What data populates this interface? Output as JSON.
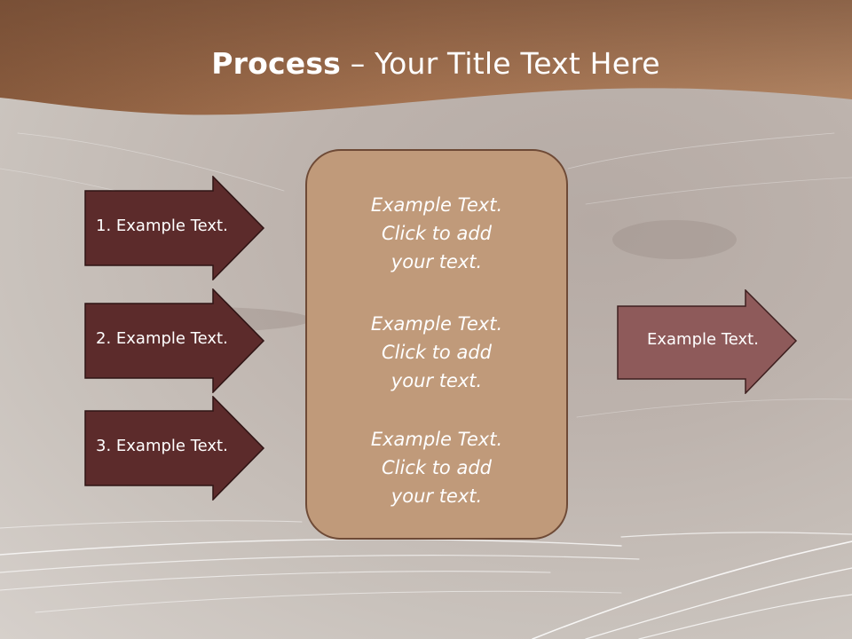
{
  "slide": {
    "title_bold": "Process",
    "title_rest": " – Your Title Text Here"
  },
  "left_arrows": [
    {
      "label": "1. Example Text."
    },
    {
      "label": "2. Example Text."
    },
    {
      "label": "3. Example Text."
    }
  ],
  "center_blocks": [
    {
      "line1": "Example Text.",
      "line2": "Click  to add",
      "line3": "your text."
    },
    {
      "line1": "Example Text.",
      "line2": "Click  to add",
      "line3": "your text."
    },
    {
      "line1": "Example Text.",
      "line2": "Click  to add",
      "line3": "your text."
    }
  ],
  "right_arrow": {
    "label": "Example Text."
  },
  "colors": {
    "header": "#a47150",
    "left_arrow_fill": "#5c2b2b",
    "right_arrow_fill": "#8e5a5a",
    "center_box_fill": "#c09a7a"
  }
}
